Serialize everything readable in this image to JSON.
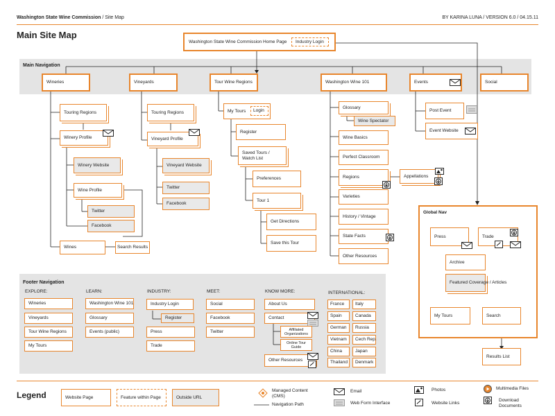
{
  "header": {
    "org": "Washington State Wine Commission",
    "sep": " / ",
    "page": "Site Map",
    "meta": "BY KARINA LUNA  /  VERSION 6.0  /  04.15.11"
  },
  "title": "Main Site Map",
  "home": {
    "label": "Washington State Wine Commission Home Page",
    "login": "Industry Login"
  },
  "main_nav": {
    "label": "Main Navigation",
    "items": [
      "Wineries",
      "Vineyards",
      "Tour Wine Regions",
      "Washington Wine 101",
      "Events",
      "Social"
    ]
  },
  "wineries": {
    "touring": "Touring Regions",
    "profile": "Winery Profile",
    "website": "Winery Website",
    "wine_profile": "Wine Profile",
    "twitter": "Twitter",
    "facebook": "Facebook",
    "wines": "Wines",
    "search": "Search Results"
  },
  "vineyards": {
    "touring": "Touring Regions",
    "profile": "Vineyard Profile",
    "website": "Vineyard Website",
    "twitter": "Twitter",
    "facebook": "Facebook"
  },
  "tour": {
    "mytours": "My Tours",
    "login": "Login",
    "register": "Register",
    "saved": "Saved  Tours  /  Watch List",
    "prefs": "Preferences",
    "tour1": "Tour 1",
    "directions": "Get Directions",
    "save": "Save this Tour"
  },
  "wa101": {
    "glossary": "Glossary",
    "spectator": "Wine Spectator",
    "basics": "Wine Basics",
    "classroom": "Perfect Classroom",
    "regions": "Regions",
    "appellations": "Appellations",
    "varieties": "Varieties",
    "history": "History / Vintage",
    "facts": "State Facts",
    "other": "Other Resources"
  },
  "events": {
    "post": "Post Event",
    "website": "Event Website"
  },
  "global": {
    "label": "Global Nav",
    "press": "Press",
    "trade": "Trade",
    "archive": "Archive",
    "featured": "Featured Coverage / Articles",
    "mytours": "My Tours",
    "search": "Search",
    "results": "Results List"
  },
  "footer": {
    "label": "Footer Navigation",
    "explore": {
      "head": "EXPLORE:",
      "items": [
        "Wineries",
        "Vineyards",
        "Tour Wine Regions",
        "My Tours"
      ]
    },
    "learn": {
      "head": "LEARN:",
      "items": [
        "Washington Wine 101",
        "Glossary",
        "Events (public)"
      ]
    },
    "industry": {
      "head": "INDUSTRY:",
      "login": "Industry Login",
      "register": "Register",
      "press": "Press",
      "trade": "Trade"
    },
    "meet": {
      "head": "MEET:",
      "items": [
        "Social",
        "Facebook",
        "Twitter"
      ]
    },
    "know": {
      "head": "KNOW MORE:",
      "about": "About Us",
      "contact": "Contact",
      "affiliated": "Affiliated Organizations",
      "guide": "Online Tour Guide",
      "other": "Other Resources"
    },
    "intl": {
      "head": "INTERNATIONAL:",
      "items": [
        "France",
        "Italy",
        "Spain",
        "Canada",
        "German",
        "Russia",
        "Vietnam",
        "Cech Rep.",
        "China",
        "Japan",
        "Thailand",
        "Denmark"
      ]
    }
  },
  "legend": {
    "label": "Legend",
    "web": "Website Page",
    "feature": "Feature within Page",
    "outside": "Outside URL",
    "managed": "Managed Content (CMS)",
    "navpath": "Navigation Path",
    "email": "Email",
    "form": "Web Form Interface",
    "photos": "Photos",
    "links": "Website Links",
    "multimedia": "Multimedia Files",
    "download": "Download Documents"
  },
  "colors": {
    "accent": "#e8852b",
    "panel": "#e4e4e4"
  }
}
